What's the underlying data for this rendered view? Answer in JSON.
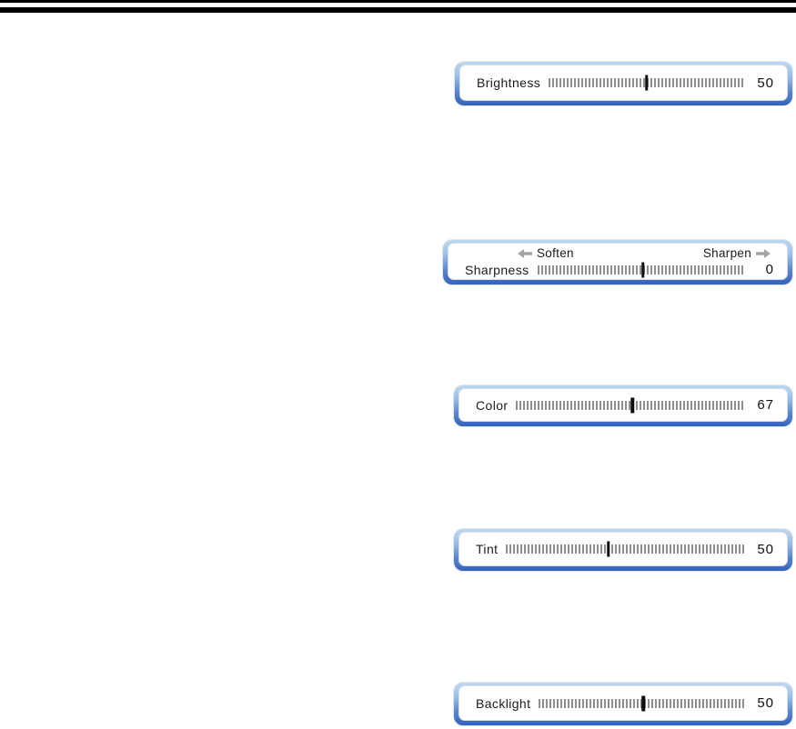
{
  "colors": {
    "box_border_top": "#bdd8f0",
    "box_border_upper_mid": "#9cc0e6",
    "box_border_lower_mid": "#5b86cd",
    "box_border_bottom": "#3261bc",
    "box_inner_edge": "#d9dee5",
    "tick": "#8f8f8f",
    "cursor": "#0d0d0d",
    "text": "#1b1b1b",
    "arrow": "#a6a6a6",
    "page_rule": "#000000",
    "page_background": "#ffffff"
  },
  "icons": {
    "soften_arrow": "left-block-arrow",
    "sharpen_arrow": "right-block-arrow"
  },
  "sliders": [
    {
      "id": "brightness",
      "label": "Brightness",
      "value": "50",
      "cursor_pct": 50
    },
    {
      "id": "sharpness",
      "label": "Sharpness",
      "value": "0",
      "cursor_pct": 51,
      "soften_label": "Soften",
      "sharpen_label": "Sharpen"
    },
    {
      "id": "color",
      "label": "Color",
      "value": "67",
      "cursor_pct": 51
    },
    {
      "id": "tint",
      "label": "Tint",
      "value": "50",
      "cursor_pct": 43
    },
    {
      "id": "backlight",
      "label": "Backlight",
      "value": "50",
      "cursor_pct": 51
    }
  ]
}
